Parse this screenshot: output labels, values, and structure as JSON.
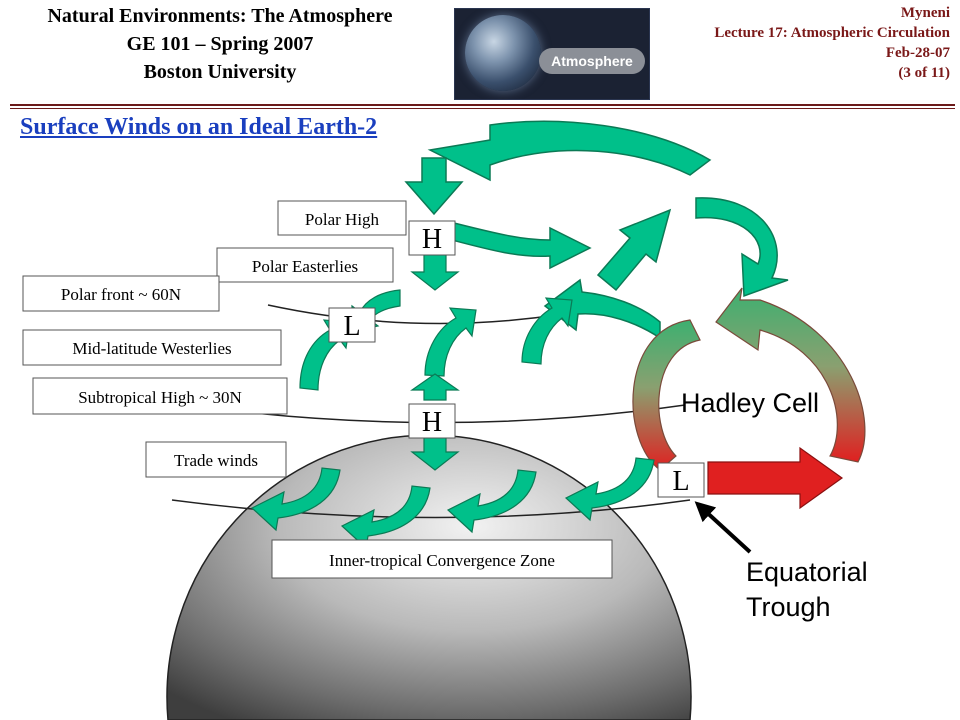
{
  "header": {
    "course_title": "Natural Environments: The Atmosphere",
    "course_code": "GE 101 – Spring 2007",
    "institution": "Boston University",
    "instructor": "Myneni",
    "lecture": "Lecture 17: Atmospheric Circulation",
    "date": "Feb-28-07",
    "slide_count": "(3 of 11)",
    "logo_word": "Atmosphere"
  },
  "slide": {
    "title": "Surface Winds on an Ideal Earth-2"
  },
  "diagram": {
    "labels": {
      "polar_high": "Polar High",
      "polar_easterlies": "Polar Easterlies",
      "polar_front": "Polar front ~ 60N",
      "midlatitude_westerlies": "Mid-latitude Westerlies",
      "subtropical_high": "Subtropical High ~ 30N",
      "trade_winds": "Trade winds",
      "itcz": "Inner-tropical Convergence Zone",
      "hadley_cell": "Hadley Cell",
      "equatorial_trough_1": "Equatorial",
      "equatorial_trough_2": "Trough"
    },
    "pressure_markers": {
      "polar_high": "H",
      "polar_front_low": "L",
      "subtropical_high": "H",
      "equatorial_low": "L"
    },
    "colors": {
      "wind_arrow": "#00c08a",
      "wind_arrow_stroke": "#0b7a55",
      "hadley_warm": "#e02020",
      "hadley_cool": "#3db070",
      "title_blue": "#1a3fbf",
      "header_maroon": "#7a1818"
    }
  }
}
